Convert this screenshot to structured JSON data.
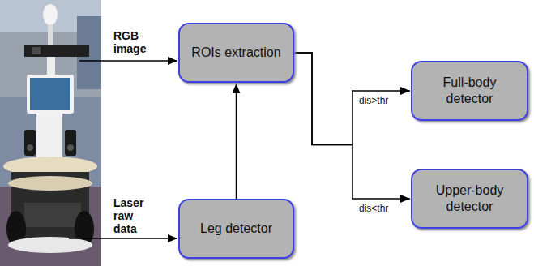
{
  "diagram": {
    "nodes": [
      {
        "text": [
          "ROIs extraction"
        ]
      },
      {
        "text": [
          "Leg detector"
        ]
      },
      {
        "text": [
          "Full-body detector"
        ]
      },
      {
        "text": [
          "Upper-body detector"
        ]
      }
    ],
    "edges": [
      {
        "from": 1,
        "to": 0,
        "arrow": "to"
      },
      {
        "from": 0,
        "to": 2,
        "arrow": "to",
        "label": "dis>thr"
      },
      {
        "from": 0,
        "to": 3,
        "arrow": "to",
        "label": "dis<thr"
      }
    ],
    "labels": [
      "RGB image",
      "Laser raw data"
    ]
  }
}
